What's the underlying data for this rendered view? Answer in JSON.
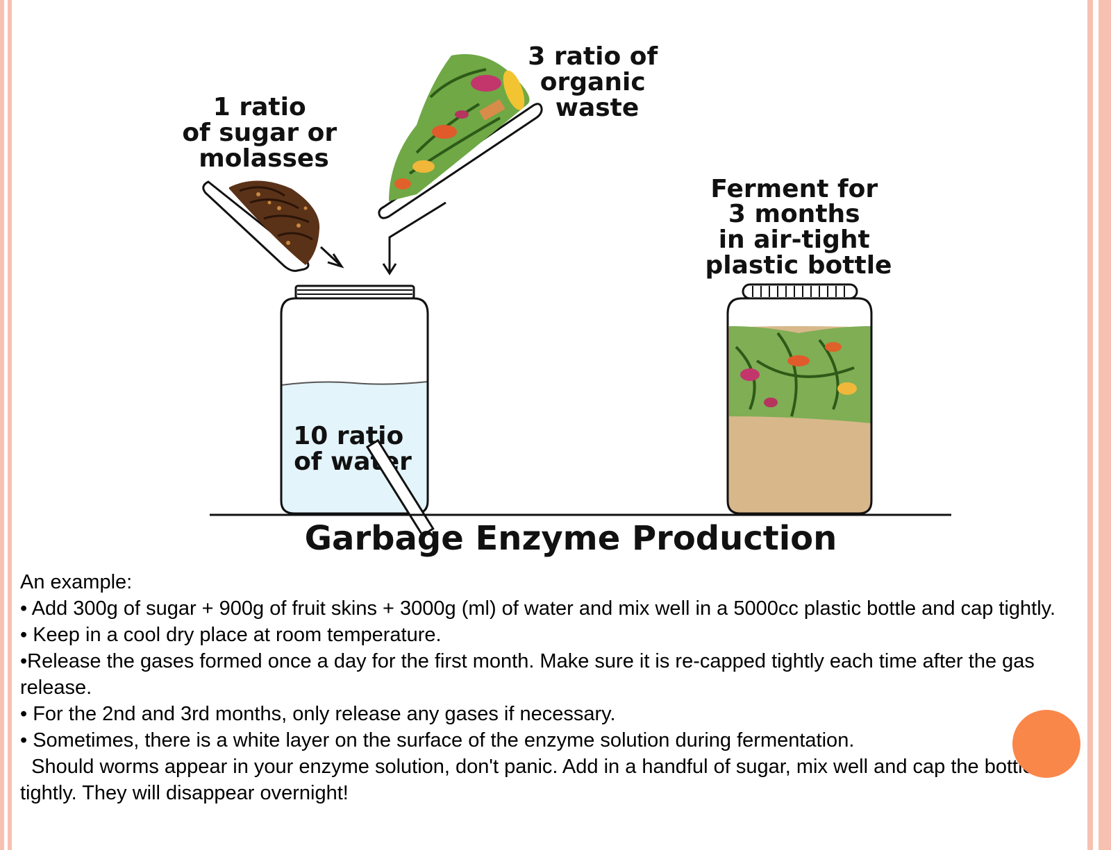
{
  "diagram": {
    "label_sugar": [
      "1 ratio",
      "of sugar or",
      "molasses"
    ],
    "label_waste": [
      "3 ratio of",
      "organic",
      "waste"
    ],
    "label_ferment": [
      "Ferment for",
      "3 months",
      "in air-tight",
      "plastic bottle"
    ],
    "label_water": [
      "10 ratio",
      "of water"
    ],
    "title": "Garbage Enzyme Production"
  },
  "example": {
    "heading": "An example:",
    "bullets": [
      "• Add 300g of sugar + 900g of fruit skins + 3000g (ml) of water and mix well in a 5000cc plastic bottle and cap tightly.",
      "• Keep in a cool dry place at room temperature.",
      "•Release the gases formed once a day for the first month. Make sure it is re-capped tightly each time after the gas release.",
      "• For the 2nd and 3rd months, only release any gases if necessary.",
      "• Sometimes, there is a white layer on the surface of the enzyme solution during fermentation.",
      "  Should worms appear in your enzyme solution, don't panic. Add in a handful of sugar, mix well and cap the bottle tightly. They will disappear overnight!"
    ]
  },
  "colors": {
    "frame": "#f6c1b0",
    "water": "#e3f4fb",
    "liquid": "#d8b88a",
    "accent_dot": "#f9874a"
  }
}
